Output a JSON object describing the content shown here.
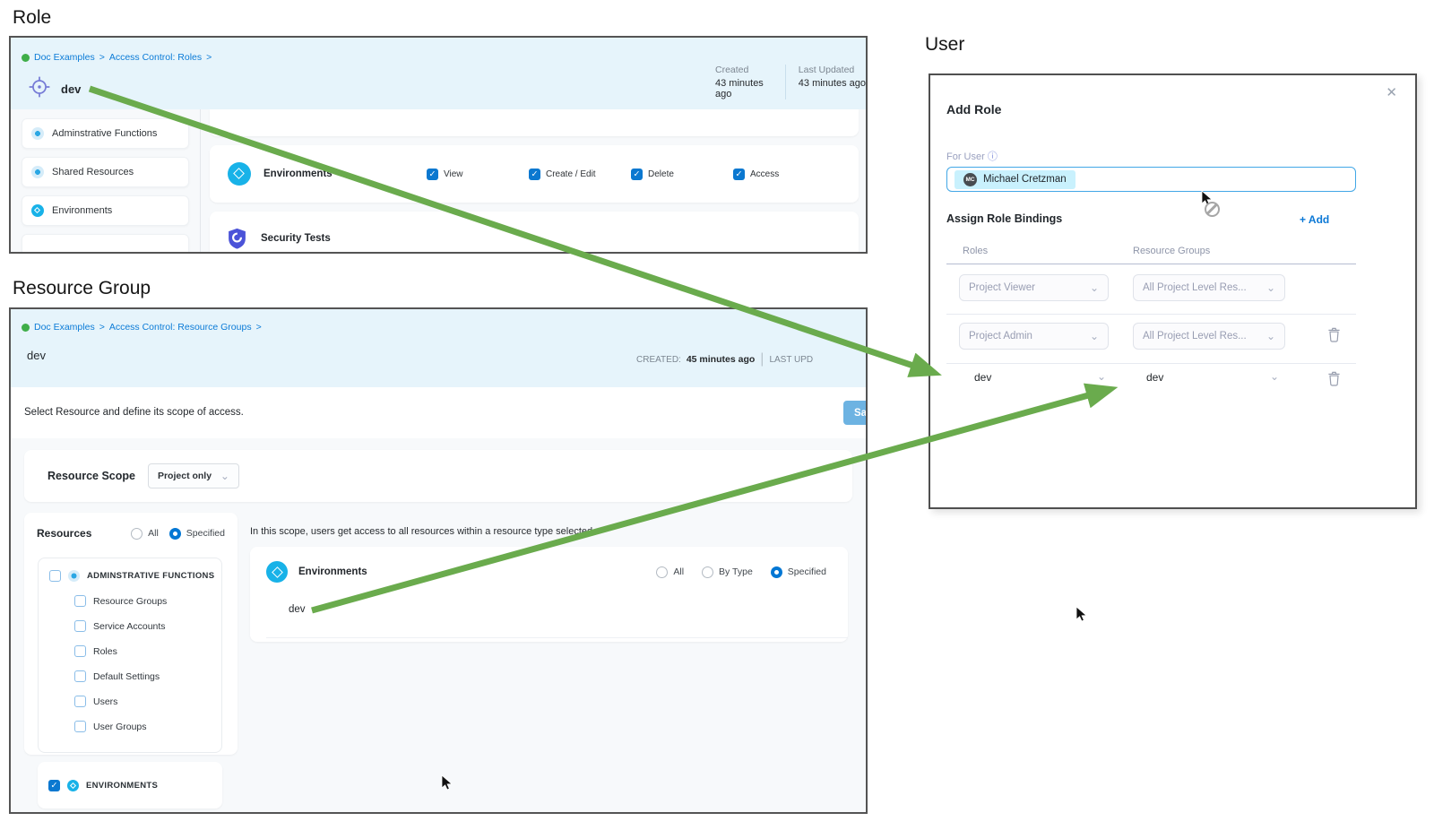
{
  "colors": {
    "accent_blue": "#0b78d0",
    "arrow_green": "#6aab4d",
    "panel_header_bg": "#e6f4fb",
    "env_icon_cyan": "#18b2e8",
    "security_icon_indigo": "#4b53d8"
  },
  "icons": {
    "check": "✓",
    "chevron": "⌄",
    "close": "✕",
    "info": "ⓘ"
  },
  "role": {
    "heading": "Role",
    "breadcrumb": {
      "sep": ">",
      "items": [
        "Doc Examples",
        "Access Control: Roles"
      ]
    },
    "title": "dev",
    "meta": {
      "created_label": "Created",
      "created_value": "43 minutes ago",
      "updated_label": "Last Updated",
      "updated_value": "43 minutes ago"
    },
    "sidebar": {
      "items": [
        "Adminstrative Functions",
        "Shared Resources",
        "Environments"
      ]
    },
    "permissions": {
      "row_label": "Environments",
      "checks": [
        "View",
        "Create / Edit",
        "Delete",
        "Access"
      ],
      "next_row_label": "Security Tests"
    }
  },
  "rg": {
    "heading": "Resource Group",
    "breadcrumb": {
      "sep": ">",
      "items": [
        "Doc Examples",
        "Access Control: Resource Groups"
      ]
    },
    "title": "dev",
    "meta": {
      "created_label": "CREATED:",
      "created_value": "45 minutes ago",
      "sep": "|",
      "updated_label": "LAST UPD"
    },
    "description": "Select Resource and define its scope of access.",
    "save_label": "Sav",
    "scope": {
      "label": "Resource Scope",
      "value": "Project only"
    },
    "resources": {
      "label": "Resources",
      "radio_all": "All",
      "radio_specified": "Specified"
    },
    "tree": {
      "parent": "ADMINSTRATIVE FUNCTIONS",
      "children": [
        "Resource Groups",
        "Service Accounts",
        "Roles",
        "Default Settings",
        "Users",
        "User Groups"
      ],
      "parent2": "ENVIRONMENTS"
    },
    "panel": {
      "hint": "In this scope, users get access to all resources within a resource type selected",
      "row_label": "Environments",
      "radio_all": "All",
      "radio_by_type": "By Type",
      "radio_specified": "Specified",
      "item": "dev"
    }
  },
  "user": {
    "heading": "User",
    "modal": {
      "title": "Add Role",
      "for_user_label": "For User",
      "chip": {
        "initials": "MC",
        "name": "Michael Cretzman"
      },
      "assign_label": "Assign Role Bindings",
      "add_label": "+ Add",
      "col_roles": "Roles",
      "col_rg": "Resource Groups",
      "rows": [
        {
          "role": "Project Viewer",
          "rg": "All Project Level Res..."
        },
        {
          "role": "Project Admin",
          "rg": "All Project Level Res..."
        },
        {
          "role": "dev",
          "rg": "dev"
        }
      ]
    }
  }
}
